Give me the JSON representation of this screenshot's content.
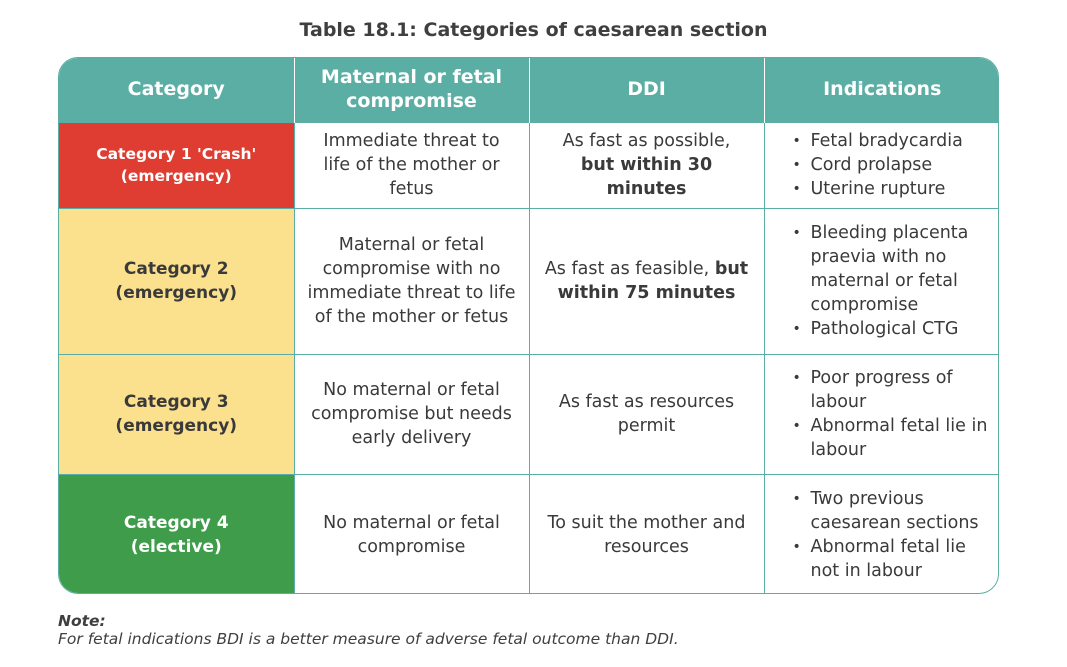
{
  "title": "Table 18.1: Categories of caesarean section",
  "headers": [
    "Category",
    "Maternal or fetal compromise",
    "DDI",
    "Indications"
  ],
  "rows": [
    {
      "category_line1": "Category 1 'Crash'",
      "category_line2": "(emergency)",
      "category_color": "#e03d32",
      "compromise": "Immediate threat to life of the mother or fetus",
      "ddi_plain": "As fast as possible,",
      "ddi_bold": "but within 30 minutes",
      "indications": [
        "Fetal bradycardia",
        "Cord prolapse",
        "Uterine rupture"
      ]
    },
    {
      "category_line1": "Category 2",
      "category_line2": "(emergency)",
      "category_color": "#fbe08e",
      "compromise": "Maternal or fetal compromise with no immediate threat to life of the mother or fetus",
      "ddi_plain": "As fast as feasible,",
      "ddi_bold": "but within 75 minutes",
      "indications": [
        "Bleeding placenta praevia with no maternal or fetal compromise",
        "Pathological CTG"
      ]
    },
    {
      "category_line1": "Category 3",
      "category_line2": "(emergency)",
      "category_color": "#fbe08e",
      "compromise": "No maternal or fetal compromise but needs early delivery",
      "ddi_plain": "As fast as resources permit",
      "ddi_bold": "",
      "indications": [
        "Poor progress of labour",
        "Abnormal fetal lie in labour"
      ]
    },
    {
      "category_line1": "Category 4",
      "category_line2": "(elective)",
      "category_color": "#3e9c4a",
      "compromise": "No maternal or fetal compromise",
      "ddi_plain": "To suit the mother and resources",
      "ddi_bold": "",
      "indications": [
        "Two previous caesarean sections",
        "Abnormal fetal lie not in labour"
      ]
    }
  ],
  "note": {
    "label": "Note:",
    "text": "For fetal indications BDI is a better measure of adverse fetal outcome than DDI."
  },
  "colors": {
    "header": "#5aaea3",
    "red": "#e03d32",
    "yellow": "#fbe08e",
    "green": "#3e9c4a"
  }
}
